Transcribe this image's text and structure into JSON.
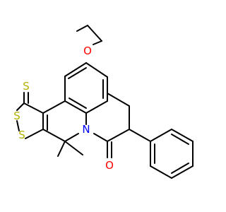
{
  "molecule": {
    "atoms": {
      "O_ether": "O",
      "S_thione": "S",
      "S_ring_upper": "S",
      "S_ring_lower": "S",
      "N_ring": "N",
      "O_carbonyl": "O"
    }
  },
  "colors": {
    "bond": "#000000",
    "oxygen": "#ff0000",
    "sulfur": "#b2b200",
    "nitrogen": "#0000ff"
  }
}
